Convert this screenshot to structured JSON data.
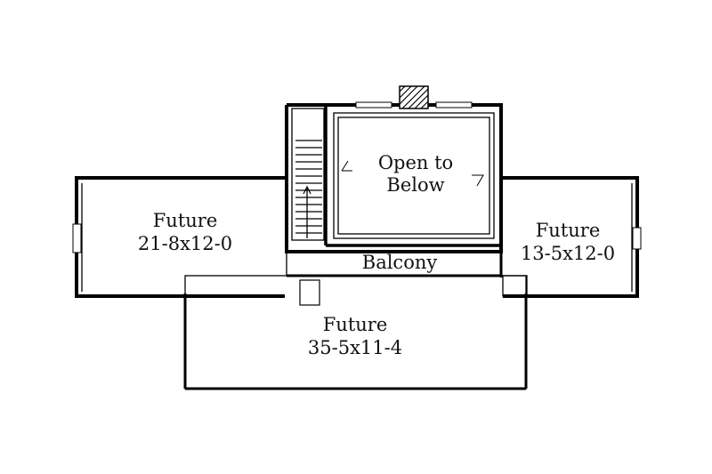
{
  "rooms": {
    "left": {
      "name": "Future",
      "dims": "21-8x12-0"
    },
    "right": {
      "name": "Future",
      "dims": "13-5x12-0"
    },
    "bottom": {
      "name": "Future",
      "dims": "35-5x11-4"
    },
    "open": {
      "line1": "Open to",
      "line2": "Below"
    },
    "balcony": {
      "name": "Balcony"
    }
  }
}
